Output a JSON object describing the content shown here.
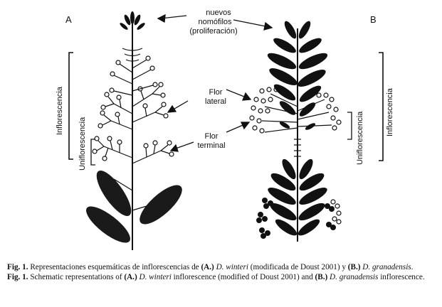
{
  "figure": {
    "panel_a": "A",
    "panel_b": "B",
    "nuevos_line1": "nuevos",
    "nuevos_line2": "nomófilos",
    "nuevos_line3": "(proliferación)",
    "flor_lateral_line1": "Flor",
    "flor_lateral_line2": "lateral",
    "flor_terminal_line1": "Flor",
    "flor_terminal_line2": "terminal",
    "inflorescencia": "Inflorescencia",
    "uniflorescencia": "Uniflorescencia"
  },
  "caption": {
    "es_fig": "Fig. 1.",
    "es_text_1": " Representaciones esquemáticas de inflorescencias de ",
    "es_a": "(A.)",
    "es_sp1": " D. winteri",
    "es_text_2": " (modificada de Doust 2001) y ",
    "es_b": "(B.)",
    "es_sp2": " D. granadensis",
    "es_end": ".",
    "en_fig": "Fig. 1.",
    "en_text_1": " Schematic representations of ",
    "en_a": "(A.)",
    "en_sp1": " D. winteri",
    "en_text_2": " inflorescence (modified of Doust 2001) and ",
    "en_b": "(B.)",
    "en_sp2": " D. granadensis",
    "en_end": " inflorescence."
  },
  "colors": {
    "ink": "#111111",
    "leaf": "#1a1a1a",
    "background": "#ffffff"
  }
}
